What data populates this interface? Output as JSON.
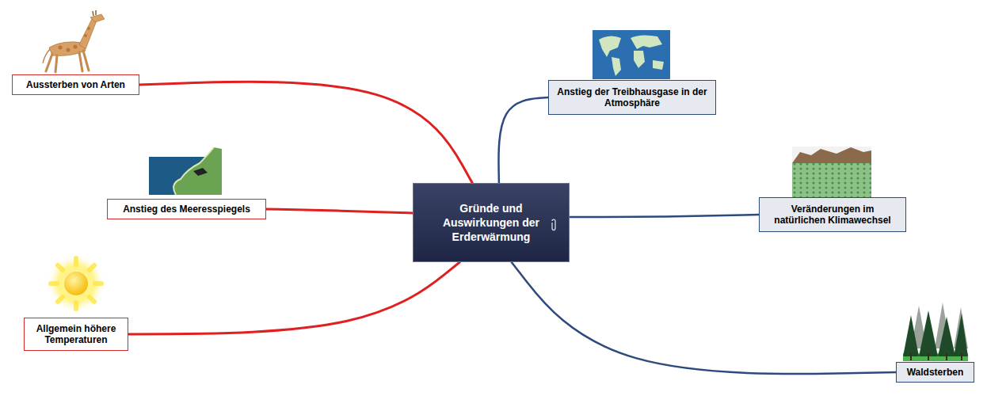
{
  "diagram": {
    "nodes": [
      {
        "text": [
          "Gründe und Auswirkungen der Erderwärmung"
        ]
      },
      {
        "text": [
          "Anstieg der Treibhausgase in der Atmosphäre"
        ]
      },
      {
        "text": [
          "Veränderungen im natürlichen Klimawechsel"
        ]
      },
      {
        "text": [
          "Waldsterben"
        ]
      },
      {
        "text": [
          "Aussterben von Arten"
        ]
      },
      {
        "text": [
          "Anstieg des Meeresspiegels"
        ]
      },
      {
        "text": [
          "Allgemein höhere Temperaturen"
        ]
      }
    ],
    "edges": [
      {
        "from": 0,
        "to": 1,
        "arrow": "none"
      },
      {
        "from": 0,
        "to": 2,
        "arrow": "none"
      },
      {
        "from": 0,
        "to": 3,
        "arrow": "none"
      },
      {
        "from": 0,
        "to": 4,
        "arrow": "none"
      },
      {
        "from": 0,
        "to": 5,
        "arrow": "none"
      },
      {
        "from": 0,
        "to": 6,
        "arrow": "none"
      }
    ]
  }
}
